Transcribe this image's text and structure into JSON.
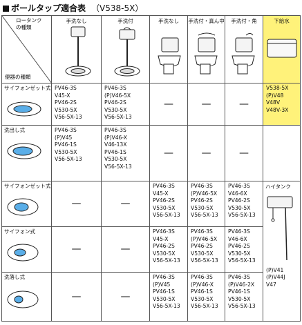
{
  "title": "ボールタップ適合表",
  "model": "（V538-5X）",
  "corner": {
    "tank_type_label": "ロータンクの種類",
    "bowl_type_label": "便器の種類"
  },
  "columns": [
    {
      "label": "手洗なし"
    },
    {
      "label": "手洗付"
    },
    {
      "label": "手洗なし"
    },
    {
      "label": "手洗付・真ん中"
    },
    {
      "label": "手洗付・角"
    },
    {
      "label": "下給水"
    }
  ],
  "rows": [
    {
      "label": "サイフォンゼット式",
      "cells": [
        [
          "PV46-3S",
          "V45-X",
          "PV46-2S",
          "V530-5X",
          "V56-5X-13"
        ],
        [
          "PV46-3S",
          "(P)V46-5X",
          "PV46-2S",
          "V530-5X",
          "V56-5X-13"
        ],
        "—",
        "—",
        "—",
        [
          "V538-5X",
          "(P)V48",
          "V48V",
          "V48V-3X"
        ]
      ]
    },
    {
      "label": "洗出し式",
      "cells": [
        [
          "PV46-3S",
          "(P)V45",
          "PV46-1S",
          "V530-5X",
          "V56-5X-13"
        ],
        [
          "PV46-3S",
          "(P)V46-X",
          "V46-13X",
          "PV46-1S",
          "V530-5X",
          "V56-5X-13"
        ],
        "—",
        "—",
        "—"
      ]
    },
    {
      "label": "サイフォンゼット式",
      "cells": [
        "—",
        "—",
        [
          "PV46-3S",
          "V45-X",
          "PV46-2S",
          "V530-5X",
          "V56-5X-13"
        ],
        [
          "PV46-3S",
          "(P)V46-5X",
          "PV46-2S",
          "V530-5X",
          "V56-5X-13"
        ],
        [
          "PV46-3S",
          "V46-6X",
          "PV46-2S",
          "V530-5X",
          "V56-5X-13"
        ]
      ]
    },
    {
      "label": "サイフォン式",
      "cells": [
        "—",
        "—",
        [
          "PV46-3S",
          "V45-X",
          "PV46-2S",
          "V530-5X",
          "V56-5X-13"
        ],
        [
          "PV46-3S",
          "(P)V46-5X",
          "PV46-2S",
          "V530-5X",
          "V56-5X-13"
        ],
        [
          "PV46-3S",
          "V46-6X",
          "PV46-2S",
          "V530-5X",
          "V56-5X-13"
        ]
      ]
    },
    {
      "label": "洗落し式",
      "cells": [
        "—",
        "—",
        [
          "PV46-3S",
          "(P)V45",
          "PV46-1S",
          "V530-5X",
          "V56-5X-13"
        ],
        [
          "PV46-3S",
          "(P)V46-X",
          "PV46-1S",
          "V530-5X",
          "V56-5X-13"
        ],
        [
          "PV46-3S",
          "(P)V46-2X",
          "PV46-1S",
          "V530-5X",
          "V56-5X-13"
        ]
      ]
    }
  ],
  "high_tank": {
    "label": "ハイタンク",
    "models": [
      "(P)V41",
      "(P)V44J",
      "V47"
    ]
  },
  "colors": {
    "highlight": "#fff27a",
    "bowl_blue": "#5aaee8"
  }
}
